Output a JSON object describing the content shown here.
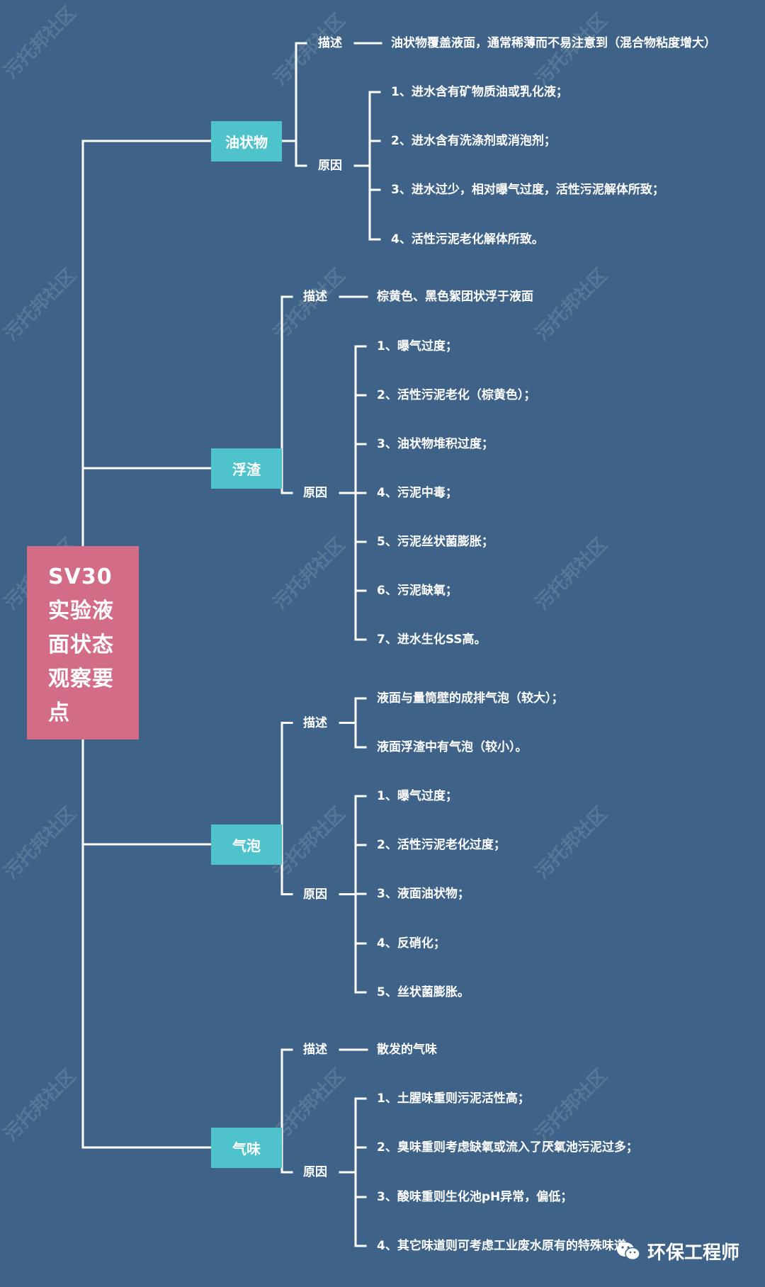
{
  "root": {
    "title": "SV30实验液面状态观察要点"
  },
  "categories": [
    {
      "name": "油状物",
      "desc_label": "描述",
      "desc_items": [
        "油状物覆盖液面，通常稀薄而不易注意到（混合物粘度增大）"
      ],
      "cause_label": "原因",
      "cause_items": [
        "1、进水含有矿物质油或乳化液；",
        "2、进水含有洗涤剂或消泡剂；",
        "3、进水过少，相对曝气过度，活性污泥解体所致；",
        "4、活性污泥老化解体所致。"
      ]
    },
    {
      "name": "浮渣",
      "desc_label": "描述",
      "desc_items": [
        "棕黄色、黑色絮团状浮于液面"
      ],
      "cause_label": "原因",
      "cause_items": [
        "1、曝气过度；",
        "2、活性污泥老化（棕黄色）；",
        "3、油状物堆积过度；",
        "4、污泥中毒；",
        "5、污泥丝状菌膨胀；",
        "6、污泥缺氧；",
        "7、进水生化SS高。"
      ]
    },
    {
      "name": "气泡",
      "desc_label": "描述",
      "desc_items": [
        "液面与量筒壁的成排气泡（较大）；",
        "液面浮渣中有气泡（较小）。"
      ],
      "cause_label": "原因",
      "cause_items": [
        "1、曝气过度；",
        "2、活性污泥老化过度；",
        "3、液面油状物；",
        "4、反硝化；",
        "5、丝状菌膨胀。"
      ]
    },
    {
      "name": "气味",
      "desc_label": "描述",
      "desc_items": [
        "散发的气味"
      ],
      "cause_label": "原因",
      "cause_items": [
        "1、土腥味重则污泥活性高；",
        "2、臭味重则考虑缺氧或流入了厌氧池污泥过多；",
        "3、酸味重则生化池pH异常，偏低；",
        "4、其它味道则可考虑工业废水原有的特殊味道"
      ]
    }
  ],
  "watermark": "污托邦社区",
  "brand": {
    "name": "环保工程师",
    "icon": "wechat-icon"
  },
  "colors": {
    "background": "#3f6388",
    "root": "#d36c86",
    "category": "#4fc3cc",
    "line": "#ffffff"
  }
}
